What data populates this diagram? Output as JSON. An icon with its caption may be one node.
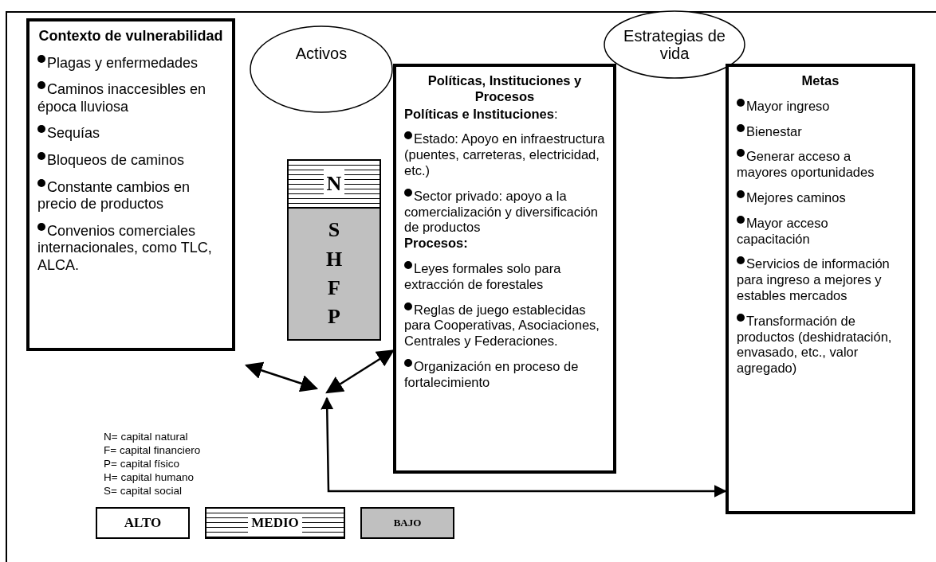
{
  "diagram": {
    "nodes": [
      {
        "text": [
          "Contexto de vulnerabilidad",
          "Plagas y enfermedades",
          "Caminos inaccesibles en época lluviosa",
          "Sequías",
          "Bloqueos de caminos",
          "Constante cambios en precio de productos",
          "Convenios comerciales internacionales, como TLC, ALCA."
        ]
      },
      {
        "text": [
          "Activos"
        ]
      },
      {
        "text": [
          "N"
        ]
      },
      {
        "text": [
          "S",
          "H",
          "F",
          "P"
        ]
      },
      {
        "text": [
          "Políticas, Instituciones y Procesos",
          "**Políticas e Instituciones**:",
          "Estado: Apoyo en infraestructura (puentes, carreteras, electricidad, etc.)",
          "Sector privado: apoyo a la comercialización y diversificación de productos",
          "Procesos:",
          "Leyes formales solo para extracción de forestales",
          "Reglas de juego establecidas para Cooperativas, Asociaciones, Centrales y Federaciones.",
          "Organización en proceso de fortalecimiento"
        ]
      },
      {
        "text": [
          "Estrategias de vida"
        ]
      },
      {
        "text": [
          "Metas",
          "Mayor ingreso",
          "Bienestar",
          "Generar acceso a mayores oportunidades",
          "Mejores caminos",
          "Mayor acceso capacitación",
          "Servicios de información para ingreso a mejores y estables mercados",
          "Transformación de productos (deshidratación, envasado, etc., valor agregado)"
        ]
      },
      {
        "text": [
          "ALTO"
        ]
      },
      {
        "text": [
          "MEDIO"
        ]
      },
      {
        "text": [
          "BAJO"
        ]
      }
    ],
    "edges": [
      {
        "from": 0,
        "to": null,
        "arrow": "both"
      },
      {
        "from": null,
        "to": 4,
        "arrow": "both"
      },
      {
        "from": null,
        "to": 6,
        "arrow": "both"
      }
    ],
    "labels": [
      "N= capital natural",
      "F= capital  financiero",
      "P= capital físico",
      "H= capital humano",
      "S= capital social"
    ]
  }
}
